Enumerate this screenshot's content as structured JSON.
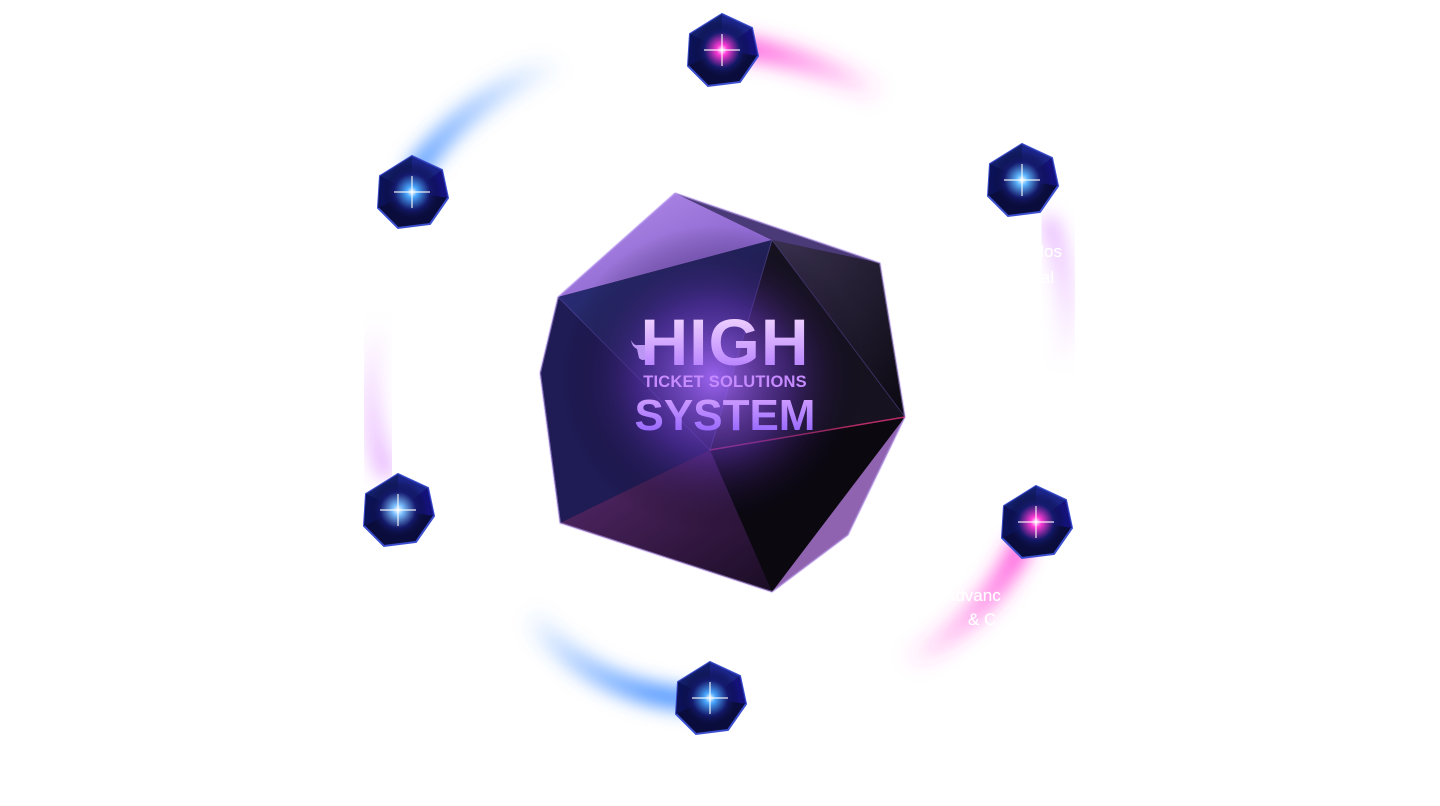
{
  "center": {
    "line1": "HIGH",
    "line2": "TICKET SOLUTIONS",
    "line3": "SYSTEM"
  },
  "nodes": [
    {
      "id": "top",
      "accent": "#ff3ad6"
    },
    {
      "id": "upper-right",
      "accent": "#5fb8ff"
    },
    {
      "id": "lower-right",
      "accent": "#ff3ad6"
    },
    {
      "id": "bottom",
      "accent": "#4aa8ff"
    },
    {
      "id": "lower-left",
      "accent": "#7cc0ff"
    },
    {
      "id": "upper-left",
      "accent": "#4aa8ff"
    }
  ],
  "labels": {
    "upper_right_line1": "Clos",
    "upper_right_line2": "onal",
    "lower_right_line1": "Advanc",
    "lower_right_line2": "& C"
  },
  "colors": {
    "pink": "#ff3ad6",
    "blue": "#3f8cff",
    "violet": "#9b6bff"
  }
}
